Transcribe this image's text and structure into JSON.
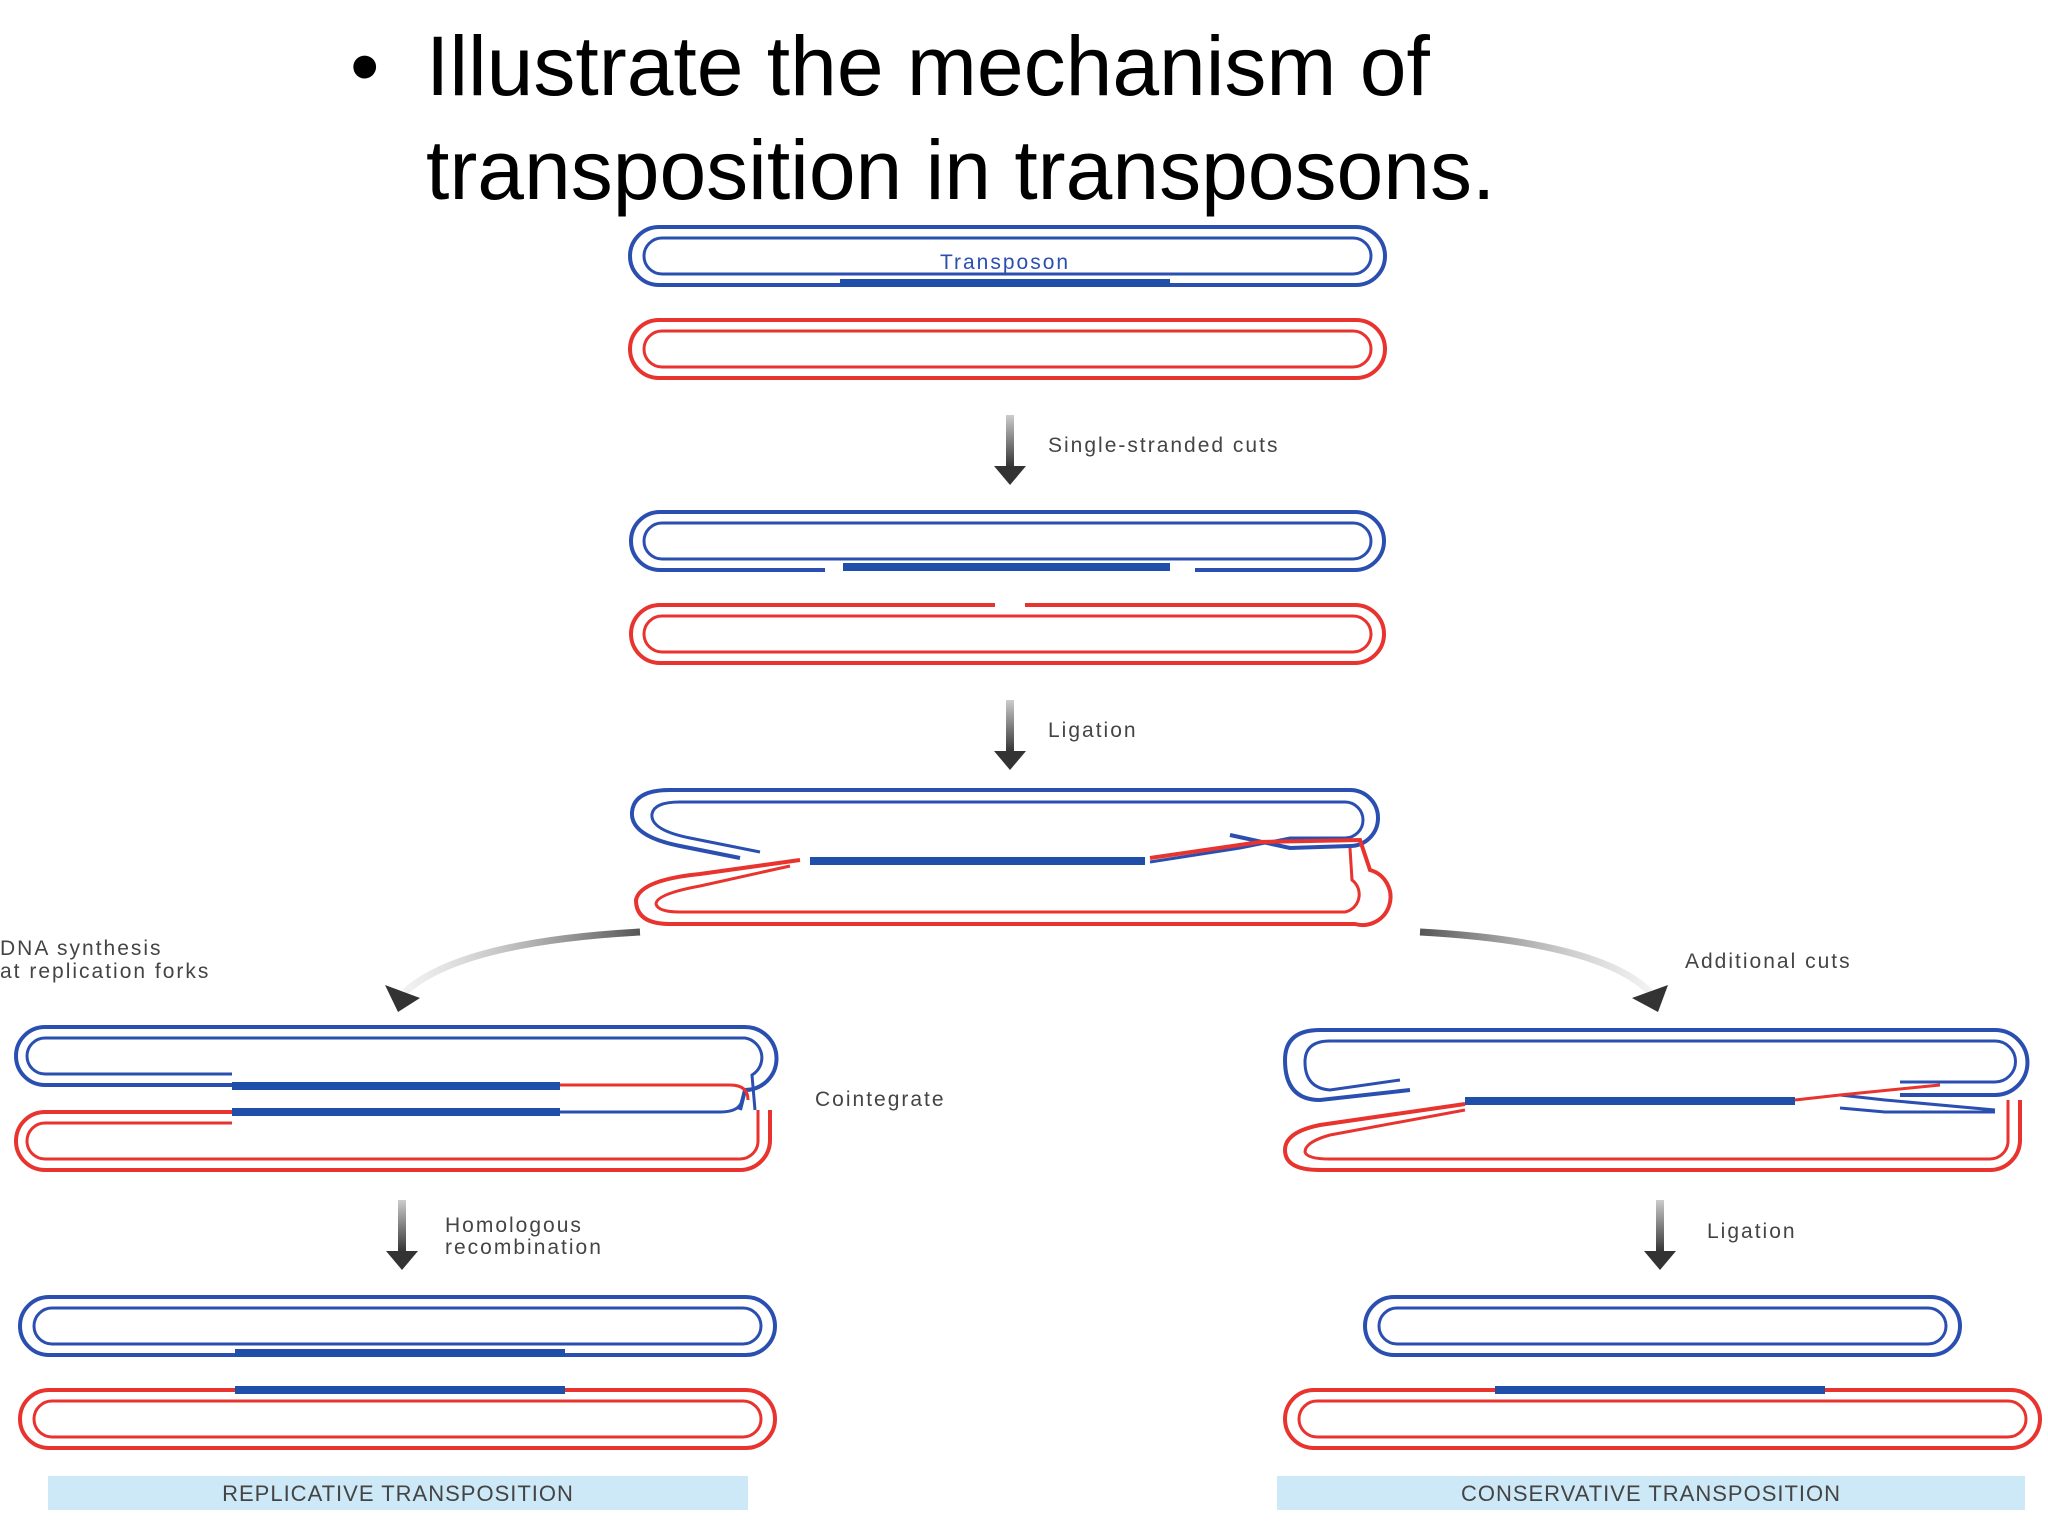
{
  "slide": {
    "bullet": "•",
    "title_line1": "Illustrate the mechanism of",
    "title_line2": "transposition in transposons."
  },
  "diagram": {
    "transposon_label": "Transposon",
    "step_single_strand_cuts": "Single-stranded cuts",
    "step_ligation_1": "Ligation",
    "step_dna_synthesis_line1": "DNA synthesis",
    "step_dna_synthesis_line2": "at replication forks",
    "step_additional_cuts": "Additional cuts",
    "cointegrate_label": "Cointegrate",
    "step_homologous_line1": "Homologous",
    "step_homologous_line2": "recombination",
    "step_ligation_2": "Ligation",
    "replicative_caption": "REPLICATIVE TRANSPOSITION",
    "conservative_caption": "CONSERVATIVE TRANSPOSITION"
  },
  "colors": {
    "donor_dna": "#2a4fb0",
    "target_dna": "#e8332e",
    "transposon": "#1f4fa8",
    "arrow": "#333333",
    "caption_bg": "#cde8f6",
    "label_text": "#444444"
  }
}
